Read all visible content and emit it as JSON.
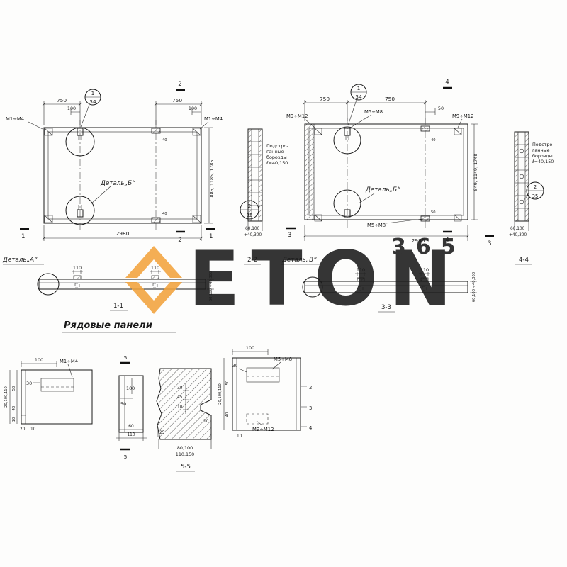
{
  "watermark": {
    "word": "ETON",
    "digits": "365",
    "color": "#F2A33C"
  },
  "panel1": {
    "callout_num": "1",
    "callout_den": "34",
    "dim_750_left": "750",
    "dim_100_left": "100",
    "dim_750_right": "750",
    "dim_100_right": "100",
    "mark_left": "М1÷М4",
    "mark_right": "М1÷М4",
    "detail_b": "Деталь„Б“",
    "dim_width": "2980",
    "dim_heights": "885, 1185, 1785",
    "sec1_left": "1",
    "sec1_right": "1",
    "sec2_top": "2",
    "sec2_bottom": "2",
    "small_40_top": "40",
    "small_40_bottom": "40"
  },
  "strip2": {
    "label": "2-2",
    "callout_num": "2",
    "callout_den": "35",
    "note_l1": "Подстро-",
    "note_l2": "ганные",
    "note_l3": "борозды",
    "note_l4": "ℓ=40,150",
    "dim_b1": "60,100",
    "dim_b2": "÷40,300"
  },
  "panel3": {
    "callout_num": "1",
    "callout_den": "34",
    "dim_750_left": "750",
    "dim_750_right": "750",
    "dim_50": "50",
    "mark_tl": "М9÷М12",
    "mark_tc": "М5÷М8",
    "mark_tr": "М9÷М12",
    "mark_bottom": "М5÷М8",
    "detail_b": "Деталь„Б“",
    "dim_width": "2980",
    "dim_heights": "849, 1149, 1748",
    "sec3_left": "3",
    "sec3_right": "3",
    "sec4_top": "4",
    "sec4_bottom": "4",
    "small_40": "40",
    "small_50": "50"
  },
  "strip4": {
    "label": "4-4",
    "callout_num": "2",
    "callout_den": "35",
    "note_l1": "Подстро-",
    "note_l2": "ганные",
    "note_l3": "борозды",
    "note_l4": "ℓ=40,150",
    "dim_b1": "60,100",
    "dim_b2": "÷40,300"
  },
  "sec11": {
    "label": "1-1",
    "detail_a": "Деталь„А“",
    "dim_110_left": "110",
    "dim_110_right": "110",
    "end_dims": "60,100 ÷40,300"
  },
  "sec33": {
    "label": "3-3",
    "detail_v": "Деталь„В“",
    "dim_110_left": "110",
    "dim_110_right": "110",
    "end_dims": "60,100 ÷40,300"
  },
  "series_title": "Рядовые панели",
  "detail_left": {
    "dim_100": "100",
    "dim_30": "30",
    "mark": "М1÷М4",
    "rot_dims": "20,100,110",
    "rot_50": "50",
    "rot_40": "40",
    "rot_10": "10",
    "dim_b20": "20",
    "dim_b10": "10"
  },
  "detail_mid": {
    "sec5_top": "5",
    "sec5_bottom": "5",
    "dim_100": "100",
    "dim_50": "50",
    "dim_60": "60",
    "dim_110": "110"
  },
  "detail_center": {
    "label": "5-5",
    "dim_30": "30",
    "dim_45": "45",
    "dim_10a": "10",
    "dim_10b": "10",
    "dim_25": "25",
    "dims_b1": "80,100",
    "dims_b2": "110,150"
  },
  "detail_right": {
    "dim_100": "100",
    "dim_30": "30",
    "mark_top": "М5÷М8",
    "mark_bottom": "М9÷М12",
    "rot_dims": "20,100,110",
    "rot_50": "50",
    "rot_40": "40",
    "ref2": "2",
    "ref3": "3",
    "ref4": "4",
    "dim_b10": "10"
  }
}
